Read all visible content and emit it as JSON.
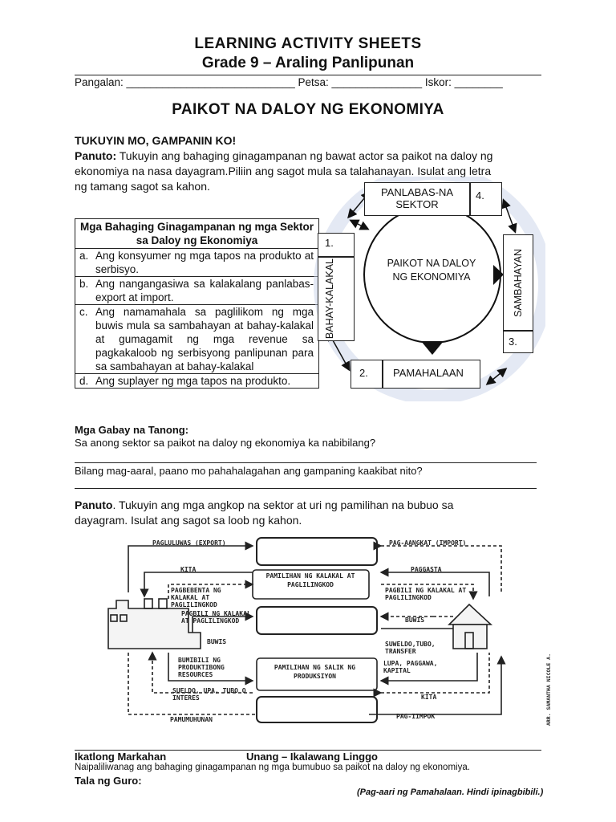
{
  "header": {
    "title_line1": "LEARNING ACTIVITY SHEETS",
    "title_line2": "Grade 9 – Araling Panlipunan",
    "fields_line": "Pangalan: ____________________________ Petsa: _______________ Iskor: ________"
  },
  "main_title": "PAIKOT NA DALOY NG EKONOMIYA",
  "section1": {
    "heading": "TUKUYIN MO, GAMPANIN KO!",
    "panuto_label": "Panuto:",
    "panuto_line1": " Tukuyin ang bahaging ginagampanan ng bawat actor sa paikot na daloy ng",
    "panuto_line2": "ekonomiya na nasa dayagram.Piliin ang sagot mula sa talahanayan. Isulat ang letra",
    "panuto_line3": "ng tamang sagot sa kahon."
  },
  "table": {
    "header": "Mga Bahaging Ginagampanan ng mga Sektor sa Daloy ng Ekonomiya",
    "rows": [
      {
        "key": "a.",
        "text": "Ang konsyumer ng mga tapos na produkto at serbisyo."
      },
      {
        "key": "b.",
        "text": "Ang nangangasiwa sa kalakalang panlabas- export at import."
      },
      {
        "key": "c.",
        "text": "Ang namamahala sa paglilikom ng mga buwis mula sa sambahayan at bahay-kalakal at gumagamit ng mga revenue sa pagkakaloob ng serbisyong panlipunan para sa sambahayan at bahay-kalakal"
      },
      {
        "key": "d.",
        "text": "Ang suplayer ng mga tapos na produkto."
      }
    ]
  },
  "diagram1": {
    "panlabas": "PANLABAS-NA SEKTOR",
    "num4": "4.",
    "num1": "1.",
    "bahay": "BAHAY-KALAKAL",
    "center": "PAIKOT NA DALOY NG EKONOMIYA",
    "sambahayan": "SAMBAHAYAN",
    "num3": "3.",
    "num2": "2.",
    "pamahalaan": "PAMAHALAAN"
  },
  "guide": {
    "heading": "Mga Gabay na Tanong:",
    "q1": "Sa anong sektor sa paikot na daloy ng ekonomiya ka nabibilang?",
    "q2": "Bilang mag-aaral, paano mo pahahalagahan ang gampaning kaakibat nito?"
  },
  "section2": {
    "panuto_label": "Panuto",
    "panuto_line1": ". Tukuyin ang mga angkop na sektor at uri ng pamilihan na bubuo sa",
    "panuto_line2": "dayagram. Isulat ang sagot sa loob ng kahon."
  },
  "diagram2": {
    "export": "PAGLULUWAS (EXPORT)",
    "import": "PAG-AANGKAT (IMPORT)",
    "kita_left": "KITA",
    "paggasta": "PAGGASTA",
    "market1": "PAMILIHAN NG KALAKAL AT PAGLILINGKOD",
    "pagbebenta": "PAGBEBENTA NG KALAKAL AT PAGLILINGKOD",
    "pagbili_right": "PAGBILI NG KALAKAL AT PAGLILINGKOD",
    "pagbili_left": "PAGBILI NG KALAKAL AT PAGLILINGKOD",
    "buwis_left": "BUWIS",
    "buwis_right": "BUWIS",
    "suweldo_right": "SUWELDO,TUBO, TRANSFER",
    "bumibili": "BUMIBILI NG PRODUKTIBONG RESOURCES",
    "market2": "PAMILIHAN NG SALIK NG PRODUKSIYON",
    "lupa": "LUPA, PAGGAWA, KAPITAL",
    "suweldo_left": "SUELDO, UPA, TUBO O INTERES",
    "kita_right": "KITA",
    "pamumuhunan": "PAMUMUHUNAN",
    "pagiimpok": "PAG-IIMPOK",
    "credit": "ARR. SAMANTHA NICOLE A."
  },
  "footer": {
    "quarter": "Ikatlong Markahan",
    "week": "Unang – Ikalawang Linggo",
    "competency": "Naipaliliwanag ang bahaging ginagampanan ng mga bumubuo sa paikot na daloy ng ekonomiya.",
    "teacher_note": "Tala ng Guro:",
    "ownership": "(Pag-aari ng Pamahalaan. Hindi ipinagbibili.)"
  }
}
